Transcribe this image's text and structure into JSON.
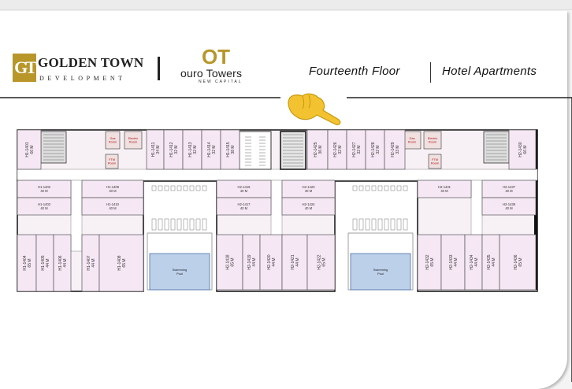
{
  "header": {
    "developer_logo_mark": "GT",
    "developer_name": "GOLDEN TOWN",
    "developer_tagline": "DEVELOPMENT",
    "project_logo_mark": "OT",
    "project_name": "ouro Towers",
    "project_tagline": "NEW CAPITAL",
    "floor_title": "Fourteenth Floor",
    "section_title": "Hotel Apartments"
  },
  "pointer": {
    "icon": "pointing-hand-icon",
    "color": "#f2c230"
  },
  "colors": {
    "unit_fill": "#f5e7f3",
    "unit_stroke": "#555555",
    "pool_fill": "#bcd0ea",
    "wall": "#111111",
    "service_fill": "#f0e0e0"
  },
  "service_rooms": [
    {
      "label_1": "Gas",
      "label_2": "Room"
    },
    {
      "label_1": "Electric",
      "label_2": "Room"
    },
    {
      "label_1": "FTM",
      "label_2": "Room"
    },
    {
      "label_1": "Gas",
      "label_2": "Room"
    },
    {
      "label_1": "Electric",
      "label_2": "Room"
    },
    {
      "label_1": "FTM",
      "label_2": "Room"
    }
  ],
  "pools": [
    {
      "label_1": "Swimming",
      "label_2": "Pool"
    },
    {
      "label_1": "Swimming",
      "label_2": "Pool"
    }
  ],
  "units": [
    {
      "id": "H1-1401",
      "area": "66 M"
    },
    {
      "id": "H1-1411",
      "area": "34 M"
    },
    {
      "id": "H1-1412",
      "area": "32 M"
    },
    {
      "id": "H1-1413",
      "area": "32 M"
    },
    {
      "id": "H1-1414",
      "area": "32 M"
    },
    {
      "id": "H1-1415",
      "area": "38 M"
    },
    {
      "id": "H1-1402",
      "area": "40 M"
    },
    {
      "id": "H1-1403",
      "area": "40 M"
    },
    {
      "id": "H1-1404",
      "area": "65 M"
    },
    {
      "id": "H1-1405",
      "area": "44 M"
    },
    {
      "id": "H1-1406",
      "area": "44 M"
    },
    {
      "id": "H1-1407",
      "area": "44 M"
    },
    {
      "id": "H1-1408",
      "area": "65 M"
    },
    {
      "id": "H1-1409",
      "area": "40 M"
    },
    {
      "id": "H1-1410",
      "area": "40 M"
    },
    {
      "id": "H2-1416",
      "area": "40 M"
    },
    {
      "id": "H2-1417",
      "area": "40 M"
    },
    {
      "id": "H2-1418",
      "area": "65 M"
    },
    {
      "id": "H2-1419",
      "area": "44 M"
    },
    {
      "id": "H2-1420",
      "area": "44 M"
    },
    {
      "id": "H2-1421",
      "area": "44 M"
    },
    {
      "id": "H2-1422",
      "area": "65 M"
    },
    {
      "id": "H2-1423",
      "area": "40 M"
    },
    {
      "id": "H2-1424",
      "area": "40 M"
    },
    {
      "id": "H2-1425",
      "area": "36 M"
    },
    {
      "id": "H2-1426",
      "area": "32 M"
    },
    {
      "id": "H2-1427",
      "area": "32 M"
    },
    {
      "id": "H2-1428",
      "area": "32 M"
    },
    {
      "id": "H2-1429",
      "area": "33 M"
    },
    {
      "id": "H2-1430",
      "area": "66 M"
    },
    {
      "id": "H2-1431",
      "area": "40 M"
    },
    {
      "id": "H2-1432",
      "area": "65 M"
    },
    {
      "id": "H2-1433",
      "area": "44 M"
    },
    {
      "id": "H2-1434",
      "area": "44 M"
    },
    {
      "id": "H2-1435",
      "area": "44 M"
    },
    {
      "id": "H2-1436",
      "area": "65 M"
    },
    {
      "id": "H2-1437",
      "area": "40 M"
    },
    {
      "id": "H2-1438",
      "area": "40 M"
    }
  ]
}
